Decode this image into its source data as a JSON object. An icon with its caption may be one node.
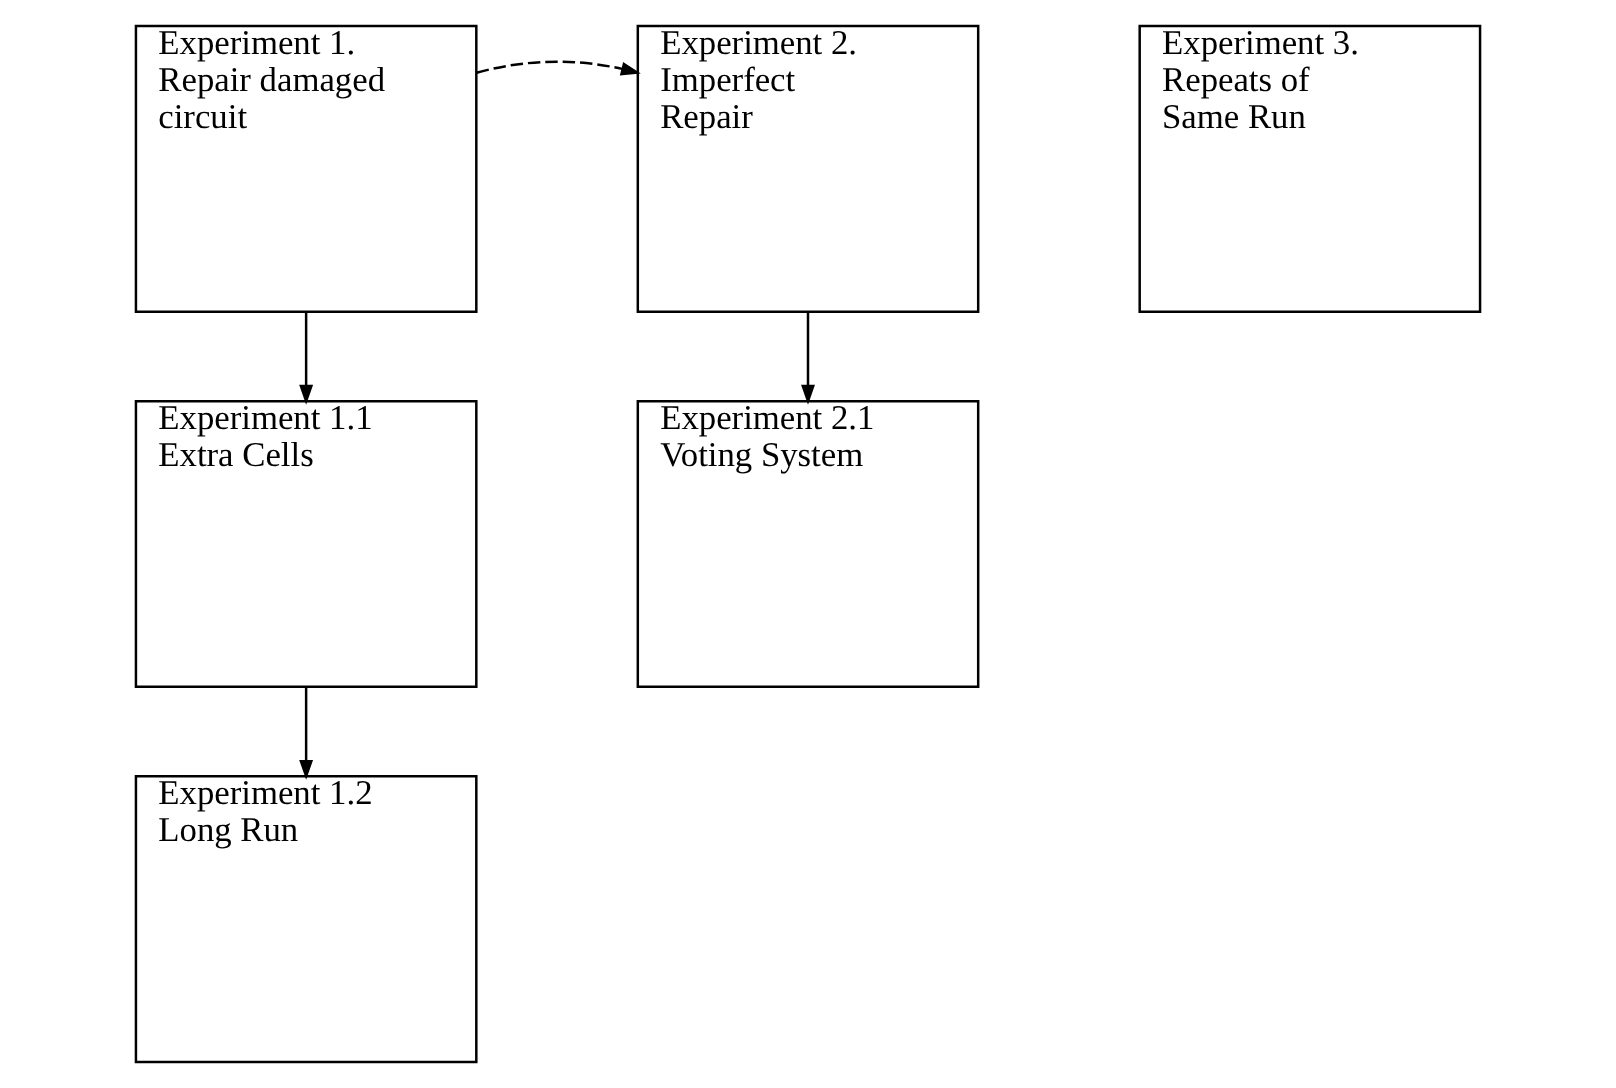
{
  "diagram": {
    "nodes": [
      {
        "text": [
          "Experiment 1.",
          "Repair damaged circuit"
        ]
      },
      {
        "text": [
          "Experiment 2.",
          "Imperfect Repair"
        ]
      },
      {
        "text": [
          "Experiment 3.",
          "Repeats of Same Run"
        ]
      },
      {
        "text": [
          "Experiment 1.1",
          "Extra Cells"
        ]
      },
      {
        "text": [
          "Experiment 2.1",
          "Voting System"
        ]
      },
      {
        "text": [
          "Experiment 1.2",
          "Long Run"
        ]
      }
    ],
    "edges": [
      {
        "from": 0,
        "to": 1,
        "arrow": "to",
        "style": "dashed"
      },
      {
        "from": 0,
        "to": 3,
        "arrow": "to"
      },
      {
        "from": 1,
        "to": 4,
        "arrow": "to"
      },
      {
        "from": 3,
        "to": 5,
        "arrow": "to"
      }
    ]
  }
}
